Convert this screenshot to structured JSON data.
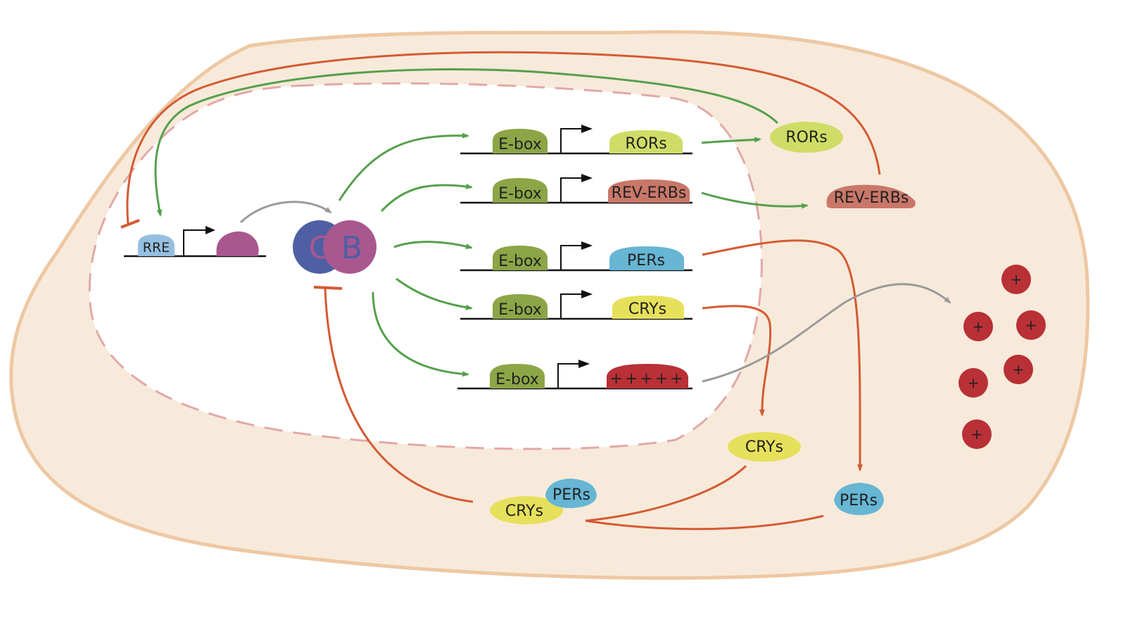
{
  "colors": {
    "cell_fill": "#f7eadb",
    "cell_border": "#eec8a3",
    "nucleus_border": "#e2a9a6",
    "activation": "#55a04b",
    "repression": "#d55a33",
    "neutral_arrow": "#9a9a9a",
    "ebox": "#8ca546",
    "rors": "#cfdd66",
    "rev_erbs": "#c97769",
    "pers": "#66b6d4",
    "crys": "#e6e05b",
    "positive": "#b93036",
    "rre": "#95bfe0",
    "bmal": "#a9578f",
    "clock": "#4e5fa4"
  },
  "rre_gene": {
    "element": "RRE"
  },
  "clock_bmal": {
    "left": "C",
    "right": "B"
  },
  "genes": [
    {
      "element": "E-box",
      "product": "RORs"
    },
    {
      "element": "E-box",
      "product": "REV-ERBs"
    },
    {
      "element": "E-box",
      "product": "PERs"
    },
    {
      "element": "E-box",
      "product": "CRYs"
    },
    {
      "element": "E-box",
      "product": "+++++"
    }
  ],
  "cytoplasm_proteins": {
    "rors": "RORs",
    "rev_erbs": "REV-ERBs",
    "crys": "CRYs",
    "pers": "PERs",
    "complex_crys": "CRYs",
    "complex_pers": "PERs"
  },
  "positive_marks": [
    "+",
    "+",
    "+",
    "+",
    "+",
    "+"
  ]
}
